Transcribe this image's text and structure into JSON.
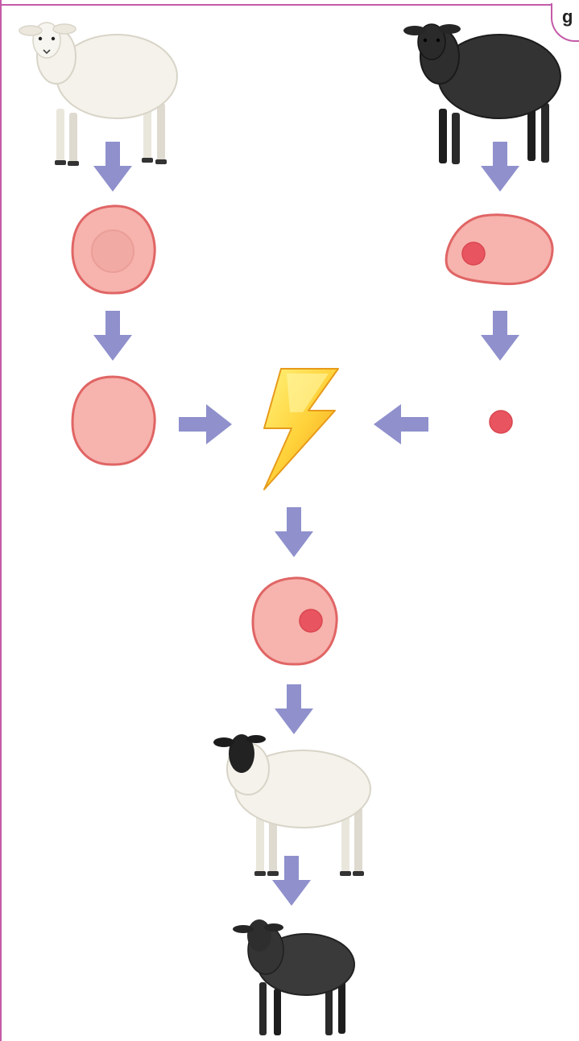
{
  "page": {
    "corner_label": "g"
  },
  "colors": {
    "frame": "#c45aa8",
    "arrow": "#8f90cc",
    "cell_fill": "#f7b3ad",
    "cell_edge": "#e06565",
    "nucleus": "#e8545f",
    "bolt_light": "#ffe05a",
    "bolt_dark": "#f0a21c",
    "white_sheep": "#f2f0e8",
    "black_sheep": "#2e2e2e"
  },
  "diagram": {
    "nodes": [
      {
        "id": "white-sheep",
        "icon": "white-sheep-icon"
      },
      {
        "id": "black-sheep",
        "icon": "black-sheep-icon"
      },
      {
        "id": "egg-cell",
        "icon": "egg-cell-icon"
      },
      {
        "id": "body-cell",
        "icon": "body-cell-icon"
      },
      {
        "id": "enucleated-egg",
        "icon": "enucleated-egg-icon"
      },
      {
        "id": "donor-nucleus",
        "icon": "nucleus-icon"
      },
      {
        "id": "electric-shock",
        "icon": "lightning-bolt-icon"
      },
      {
        "id": "fused-cell",
        "icon": "fused-cell-icon"
      },
      {
        "id": "surrogate-sheep",
        "icon": "blackface-sheep-icon"
      },
      {
        "id": "clone-lamb",
        "icon": "black-lamb-icon"
      }
    ],
    "edges": [
      {
        "from": "white-sheep",
        "to": "egg-cell"
      },
      {
        "from": "egg-cell",
        "to": "enucleated-egg"
      },
      {
        "from": "black-sheep",
        "to": "body-cell"
      },
      {
        "from": "body-cell",
        "to": "donor-nucleus"
      },
      {
        "from": "enucleated-egg",
        "to": "electric-shock"
      },
      {
        "from": "donor-nucleus",
        "to": "electric-shock"
      },
      {
        "from": "electric-shock",
        "to": "fused-cell"
      },
      {
        "from": "fused-cell",
        "to": "surrogate-sheep"
      },
      {
        "from": "surrogate-sheep",
        "to": "clone-lamb"
      }
    ]
  }
}
